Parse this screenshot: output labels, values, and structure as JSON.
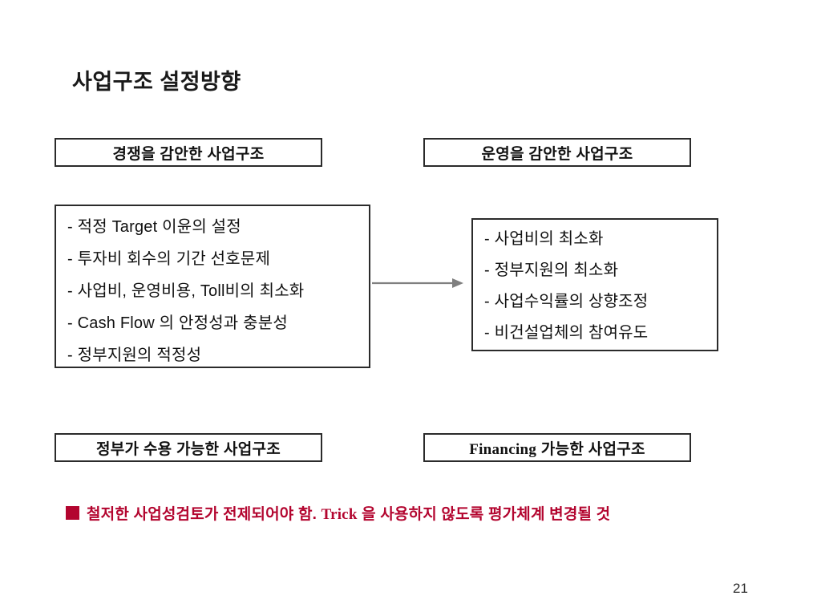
{
  "slide": {
    "title": "사업구조 설정방향",
    "page_number": "21"
  },
  "top_boxes": {
    "left": {
      "label": "경쟁을 감안한 사업구조"
    },
    "right": {
      "label": "운영을 감안한 사업구조"
    }
  },
  "content_boxes": {
    "left": {
      "items": [
        "- 적정 Target 이윤의 설정",
        "- 투자비 회수의 기간 선호문제",
        "- 사업비, 운영비용, Toll비의 최소화",
        "- Cash Flow 의 안정성과 충분성",
        "- 정부지원의 적정성"
      ]
    },
    "right": {
      "items": [
        "- 사업비의 최소화",
        "- 정부지원의 최소화",
        "- 사업수익률의 상향조정",
        "- 비건설업체의 참여유도"
      ]
    }
  },
  "connector": {
    "icon": "right-arrow-icon",
    "color": "#7f7f7f"
  },
  "bottom_boxes": {
    "left": {
      "label": "정부가 수용 가능한 사업구조"
    },
    "right": {
      "label_prefix": "Financing",
      "label_suffix": " 가능한 사업구조"
    }
  },
  "footnote": {
    "bullet": "■",
    "bullet_color": "#B3052F",
    "text_before": "철저한 사업성검토가 전제되어야 함. ",
    "text_emphasis": "Trick",
    "text_after": " 을  사용하지 않도록 평가체계 변경될 것"
  }
}
